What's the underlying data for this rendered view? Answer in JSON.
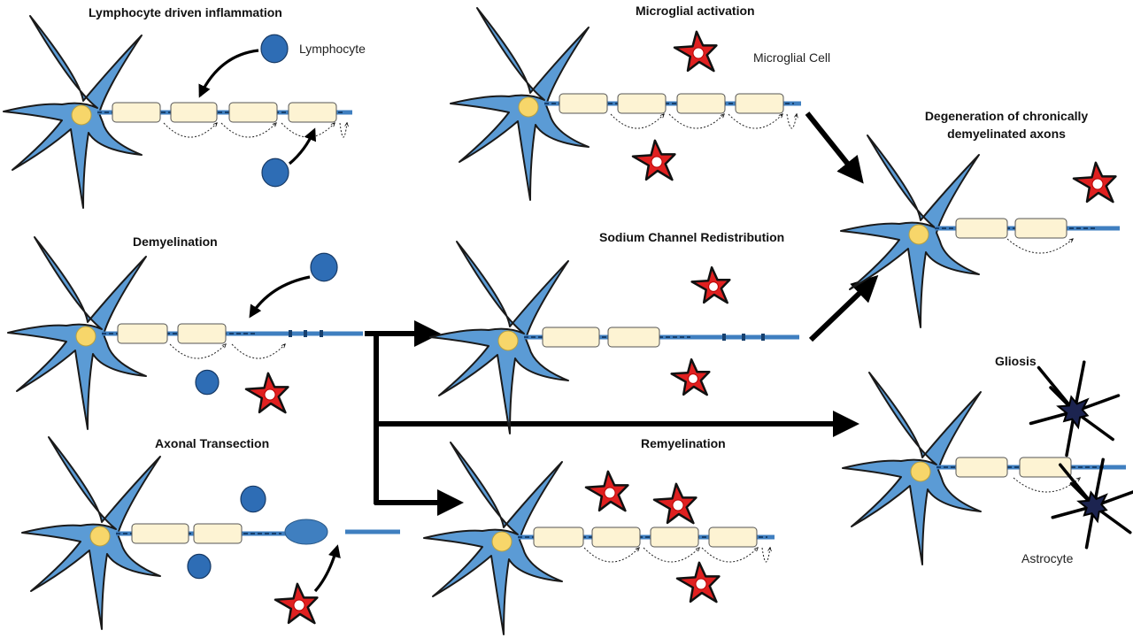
{
  "panels": {
    "lymphocyte": {
      "title": "Lymphocyte driven inflammation",
      "cell_label": "Lymphocyte"
    },
    "microglial": {
      "title": "Microglial activation",
      "cell_label": "Microglial Cell"
    },
    "degeneration": {
      "title_line1": "Degeneration of chronically",
      "title_line2": "demyelinated axons"
    },
    "demyelination": {
      "title": "Demyelination"
    },
    "sodium": {
      "title": "Sodium Channel Redistribution"
    },
    "axonal": {
      "title": "Axonal Transection"
    },
    "remyelination": {
      "title": "Remyelination"
    },
    "gliosis": {
      "title": "Gliosis",
      "cell_label": "Astrocyte"
    }
  },
  "colors": {
    "neuron_body": "#5b9bd5",
    "neuron_outline": "#1a1a1a",
    "nucleus": "#f7d66a",
    "myelin": "#fdf3d3",
    "axon": "#3f7fc0",
    "lymphocyte": "#2e6db5",
    "microglia": "#e02020",
    "astrocyte": "#1c2450"
  },
  "icons": {
    "neuron": "neuron-icon",
    "lymphocyte": "lymphocyte-icon",
    "microglia": "microglial-cell-icon",
    "astrocyte": "astrocyte-icon"
  }
}
